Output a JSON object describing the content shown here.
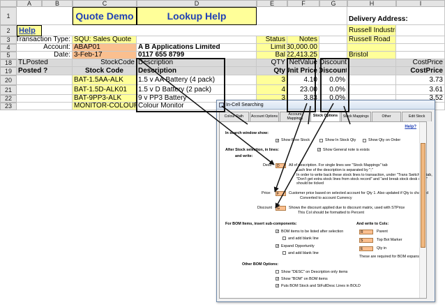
{
  "columns": [
    "A",
    "B",
    "C",
    "D",
    "E",
    "F",
    "G",
    "H",
    "I"
  ],
  "rows": [
    "1",
    "2",
    "3",
    "4",
    "5",
    "18",
    "19",
    "20",
    "21",
    "22",
    "23"
  ],
  "header": {
    "quote_demo": "Quote Demo",
    "lookup_help": "Lookup Help",
    "delivery_address": "Delivery Address:",
    "help": "Help"
  },
  "transaction": {
    "type_label": "Transaction Type:",
    "type_value": "SQU: Sales Quote",
    "account_label": "Account:",
    "account_value": "ABAP01",
    "account_name": "A B Applications Limited",
    "date_label": "Date:",
    "date_value": "3-Feb-17",
    "phone": "0117 655 8799"
  },
  "status_box": {
    "status_label": "Status",
    "notes_label": "Notes",
    "limit_label": "Limit",
    "limit_value": "30,000.00",
    "bal_label": "Bal",
    "bal_value": "22,413.25"
  },
  "address": [
    "Russell Industrial Estate",
    "Russell Road",
    "Bristol"
  ],
  "row18": {
    "tlposted": "TLPosted",
    "stockcode": "StockCode",
    "description": "Description",
    "qty": "QTY",
    "netvalue": "NetValue",
    "discount": "Discount",
    "costprice": "CostPrice"
  },
  "row19": {
    "posted": "Posted ?",
    "stockcode": "Stock Code",
    "description": "Description",
    "qty": "Qty",
    "unitprice": "Unit Price",
    "discount": "Discount",
    "costprice": "CostPrice"
  },
  "lines": [
    {
      "code": "BAT-1.5AA-ALK",
      "desc": "1.5 v AA Battery (4 pack)",
      "qty": "3",
      "price": "4.10",
      "disc": "0.0%",
      "cost": "3.73"
    },
    {
      "code": "BAT-1.5D-ALK01",
      "desc": "1.5 v D Battery (2 pack)",
      "qty": "4",
      "price": "23.00",
      "disc": "0.0%",
      "cost": "3.61"
    },
    {
      "code": "BAT-9PP3-ALK",
      "desc": "9 v PP3 Battery",
      "qty": "3",
      "price": "3.83",
      "disc": "0.0%",
      "cost": "3.52"
    },
    {
      "code": "MONITOR-COLOUR",
      "desc": "Colour Monitor",
      "qty": "",
      "price": "",
      "disc": "",
      "cost": ""
    }
  ],
  "dialog": {
    "title": "In-Cell Searching",
    "tabs": [
      "Colour Path",
      "Account Options",
      "Account Mappings",
      "Stock Options",
      "Stock Mappings",
      "Other",
      "Edit Stock"
    ],
    "help_link": "Help?",
    "search_heading": "In search window show:",
    "show_free_stock": "Show Free Stock",
    "show_in_stock_qty": "Show In Stock Qty",
    "show_qty_on_order": "Show Qty on Order",
    "after_heading": "After Stock selection, in lines:",
    "and_write": "and write:",
    "show_general_note": "Show General note is exists",
    "desc_label": "Desc:",
    "desc_value": "D",
    "desc_note_1": "All of description.   For single lines see \"Stock Mappings\" tab",
    "desc_note_2": "Each line of the description is separated by \";\"",
    "desc_note_3": "In order to write back these stock lines to transaction, under \"Trans Switches\" tab,",
    "desc_note_4": "\"Don't get extra stock lines from stock record\" and \"and break stock desk on ';'\"",
    "desc_note_5": "should be ticked",
    "price_label": "Price:",
    "price_value": "F",
    "price_note_1": "Customer price based on selected account for Qty 1. Also updated if Qty is changed",
    "price_note_2": "Converted to account Currency",
    "discount_label": "Discount",
    "discount_value": "G",
    "discount_note_1": "Shows the discount applied due to discount matrix, used with STPrice",
    "discount_note_2": "This Col should be formatted to Percent",
    "bom_heading": "For BOM Items, insert sub-components:",
    "bom_listed": "BOM items to be listed after selection",
    "bom_blank_1": "and add blank line",
    "expand_opportunity": "Expand Opportunity",
    "bom_blank_2": "and add blank line",
    "write_cols_heading": "And write to Cols:",
    "parent_label": "Parent",
    "parent_value": "R",
    "top_bot_label": "Top Bot Marker",
    "top_bot_value": "S",
    "qty_in_label": "Qty in",
    "qty_in_value": "E",
    "required_note": "These are required for BOM expansion",
    "other_bom_heading": "Other BOM Options:",
    "show_desc_bom": "Show \"DESC\" on Description only items",
    "show_bom_items": "Show \"BOM\" on BOM items",
    "puts_bom_bold": "Puts BOM Stock and StFullDesc Lines in BOLD"
  },
  "colors": {
    "yellow": "#ffff99",
    "orange": "#fabf8f",
    "header_grey": "#e4e4e4",
    "blue_text": "#1f3fb6"
  }
}
